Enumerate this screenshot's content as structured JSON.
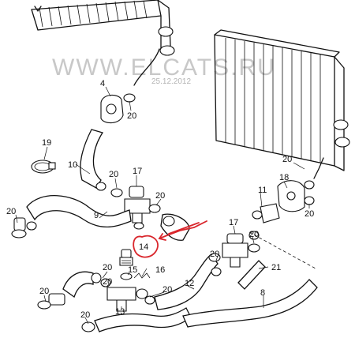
{
  "watermark": {
    "text": "WWW.ELCATS.RU",
    "date": "25.12.2012"
  },
  "callouts": {
    "p4": "4",
    "p20_top": "20",
    "p19": "19",
    "p10": "10",
    "p20_a": "20",
    "p17_a": "17",
    "p20_b": "20",
    "p9": "9",
    "p20_left": "20",
    "p14": "14",
    "p16": "16",
    "p15": "15",
    "p20_c": "20",
    "p20_d": "20",
    "p13": "13",
    "p20_e": "20",
    "p20_f": "20",
    "p12": "12",
    "p17_b": "17",
    "p20_g": "20",
    "p11": "11",
    "p18": "18",
    "p20_h": "20",
    "p20_i": "20",
    "p20_j": "20",
    "p21": "21",
    "p20_k": "20",
    "p8": "8"
  },
  "highlight": {
    "color": "#d9262c",
    "target_part": "14"
  }
}
